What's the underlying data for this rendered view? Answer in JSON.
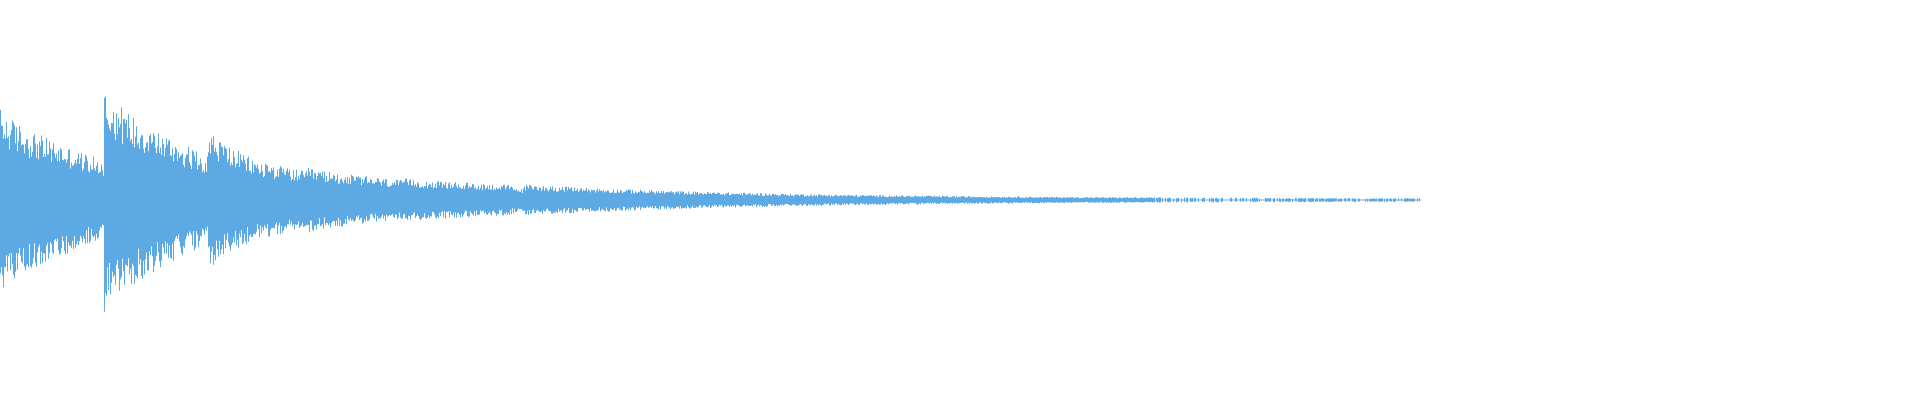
{
  "waveform": {
    "color": "#5DA9E3",
    "background": "#FFFFFF",
    "amplitude_scale": 1.0,
    "events": [
      {
        "start": 0.0,
        "amp": 0.42,
        "decay_to": 0.18
      },
      {
        "start": 0.054,
        "amp": 0.52,
        "decay_to": 0.2
      },
      {
        "start": 0.108,
        "amp": 0.34,
        "decay_to": 0.16
      },
      {
        "start": 0.138,
        "amp": 0.18,
        "decay_to": 0.13
      },
      {
        "start": 0.16,
        "amp": 0.15,
        "decay_to": 0.09
      },
      {
        "start": 0.21,
        "amp": 0.1,
        "decay_to": 0.07
      },
      {
        "start": 0.265,
        "amp": 0.07,
        "decay_to": 0.05
      },
      {
        "start": 0.272,
        "amp": 0.06,
        "decay_to": 0.03
      }
    ],
    "tail_end": 0.74,
    "tail_amp": 0.012,
    "sparse_tail_until": 0.74
  }
}
